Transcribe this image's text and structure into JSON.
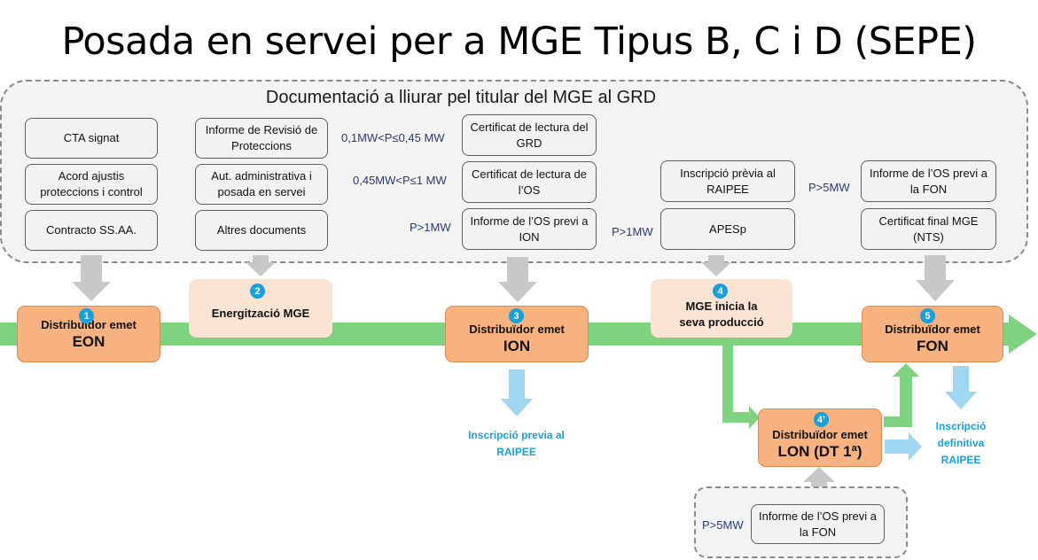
{
  "title": "Posada en servei per a MGE Tipus B, C i D (SEPE)",
  "docs_panel": {
    "heading": "Documentació a lliurar pel titular del MGE al GRD",
    "col1": [
      "CTA signat",
      "Acord ajustis proteccions i control",
      "Contracto SS.AA."
    ],
    "col2": [
      "Informe de Revisió de Proteccions",
      "Aut. administrativa i posada en servei",
      "Altres documents"
    ],
    "col3_thresholds": [
      "0,1MW<P≤0,45  MW",
      "0,45MW<P≤1 MW",
      "P>1MW"
    ],
    "col3": [
      "Certificat de lectura del GRD",
      "Certificat de lectura de l’OS",
      "Informe de l’OS previ a ION"
    ],
    "col4_threshold": "P>1MW",
    "col4": [
      "Inscripció prèvia al RAIPEE",
      "APESp"
    ],
    "col5_threshold": "P>5MW",
    "col5": [
      "Informe de l’OS previ a la FON",
      "Certificat final MGE (NTS)"
    ]
  },
  "steps": {
    "s1": {
      "number": "1",
      "title": "Distribuïdor emet",
      "code": "EON"
    },
    "s2": {
      "number": "2",
      "label": "Energització  MGE"
    },
    "s3": {
      "number": "3",
      "title": "Distribuïdor emet",
      "code": "ION"
    },
    "s4": {
      "number": "4",
      "label": "MGE inicia la seva producció"
    },
    "s4b": {
      "number": "4’",
      "title": "Distribuïdor emet",
      "code": "LON (DT 1ª)"
    },
    "s5": {
      "number": "5",
      "title": "Distribuïdor emet",
      "code": "FON"
    }
  },
  "outcomes": {
    "ion": "Inscripció previa al RAIPEE",
    "lon": "Inscripció definitiva RAIPEE"
  },
  "lon_panel": {
    "threshold": "P>5MW",
    "doc": "Informe de l’OS previ a la FON"
  },
  "colors": {
    "timeline": "#7fd27f",
    "milestone": "#f7b27f",
    "event": "#fce4d4",
    "badge": "#1a9fdb",
    "gray_arrow": "#c8c8c8",
    "blue_arrow": "#9fd6f0"
  }
}
